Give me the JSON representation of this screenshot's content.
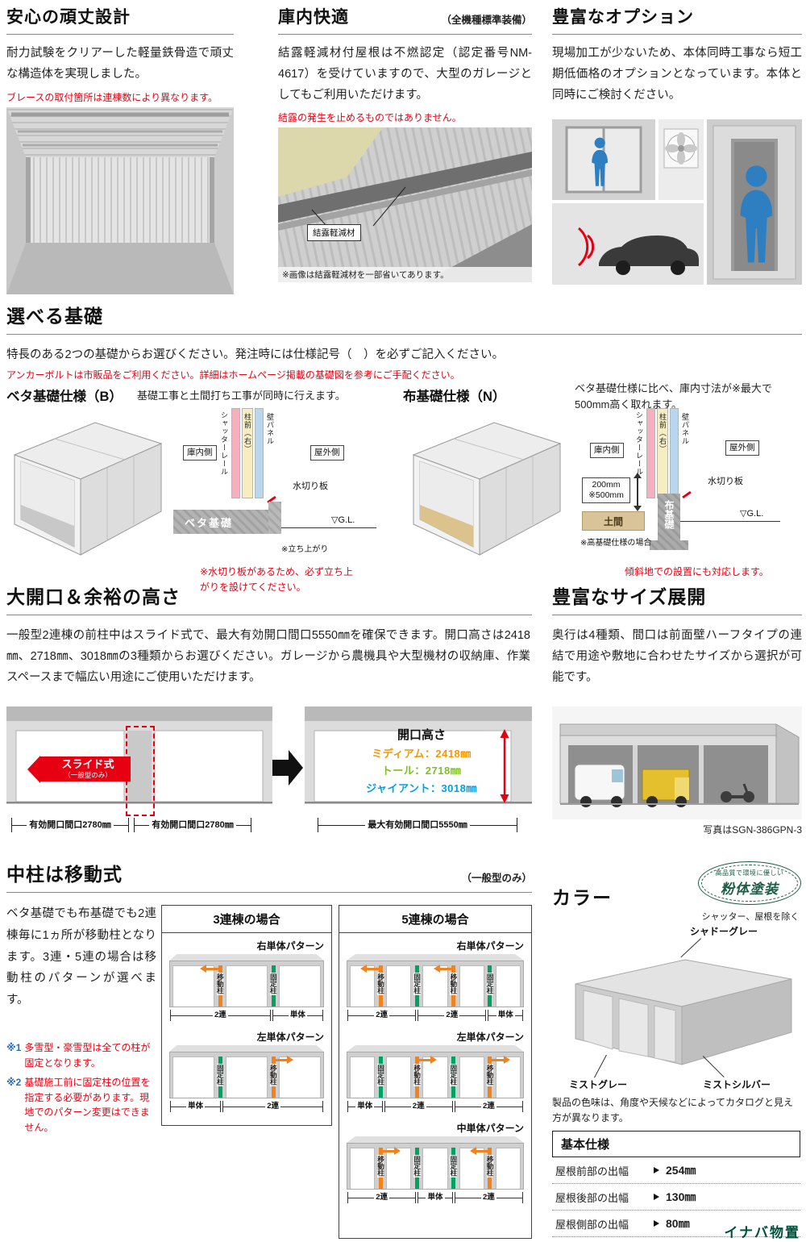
{
  "colors": {
    "accent_red": "#e60012",
    "move_orange": "#f0831e",
    "fix_green": "#00a262",
    "logo_green": "#00523c",
    "person_blue": "#2e7fc2"
  },
  "sturdy": {
    "title": "安心の頑丈設計",
    "body": "耐力試験をクリアーした軽量鉄骨造で頑丈な構造体を実現しました。",
    "note": "ブレースの取付箇所は連棟数により異なります。"
  },
  "comfort": {
    "title": "庫内快適",
    "subtitle": "（全機種標準装備）",
    "body": "結露軽減材付屋根は不燃認定（認定番号NM-4617）を受けていますので、大型のガレージとしてもご利用いただけます。",
    "note": "結露の発生を止めるものではありません。",
    "photo_label": "結露軽減材",
    "caption": "※画像は結露軽減材を一部省いてあります。"
  },
  "options": {
    "title": "豊富なオプション",
    "body": "現場加工が少ないため、本体同時工事なら短工期低価格のオプションとなっています。本体と同時にご検討ください。"
  },
  "foundation": {
    "title": "選べる基礎",
    "body": "特長のある2つの基礎からお選びください。発注時には仕様記号（　）を必ずご記入ください。",
    "note": "アンカーボルトは市販品をご利用ください。詳細はホームページ掲載の基礎図を参考にご手配ください。",
    "beta": {
      "name": "ベタ基礎仕様（B）",
      "desc": "基礎工事と土間打ち工事が同時に行えます。",
      "inside": "庫内側",
      "outside": "屋外側",
      "shutter_rail": "シャッターレール",
      "pillar": "柱前（右）",
      "wall": "壁パネル",
      "drip": "水切り板",
      "base": "ベタ基礎",
      "gl": "▽G.L.",
      "rise": "※立ち上がり",
      "note": "※水切り板があるため、必ず立ち上がりを設けてください。"
    },
    "nuno": {
      "name": "布基礎仕様（N）",
      "desc": "ベタ基礎仕様に比べ、庫内寸法が※最大で500mm高く取れます。",
      "inside": "庫内側",
      "outside": "屋外側",
      "shutter_rail": "シャッターレール",
      "pillar": "柱前（右）",
      "wall": "壁パネル",
      "drip": "水切り板",
      "dim_top": "200mm",
      "dim_bottom": "※500mm",
      "doma": "土間",
      "base": "布基礎",
      "gl": "▽G.L.",
      "high_note": "※高基礎仕様の場合",
      "note": "傾斜地での設置にも対応します。"
    }
  },
  "opening": {
    "title": "大開口＆余裕の高さ",
    "body": "一般型2連棟の前柱中はスライド式で、最大有効開口間口5550㎜を確保できます。開口高さは2418㎜、2718㎜、3018㎜の3種類からお選びください。ガレージから農機具や大型機材の収納庫、作業スペースまで幅広い用途にご使用いただけます。",
    "slide_label": "スライド式",
    "slide_sub": "（一般型のみ）",
    "dim_left1": "有効開口間口2780㎜",
    "dim_left2": "有効開口間口2780㎜",
    "height_title": "開口高さ",
    "heights": [
      {
        "text": "ミディアム：2418㎜",
        "color": "#f39800"
      },
      {
        "text": "トール：2718㎜",
        "color": "#7fbe26"
      },
      {
        "text": "ジャイアント：3018㎜",
        "color": "#00a0e9"
      }
    ],
    "dim_right": "最大有効開口間口5550㎜"
  },
  "sizes": {
    "title": "豊富なサイズ展開",
    "body": "奥行は4種類、間口は前面壁ハーフタイプの連結で用途や敷地に合わせたサイズから選択が可能です。",
    "caption": "写真はSGN-386GPN-3"
  },
  "pillar": {
    "title": "中柱は移動式",
    "subtitle": "（一般型のみ）",
    "body": "ベタ基礎でも布基礎でも2連棟毎に1ヵ所が移動柱となります。3連・5連の場合は移動柱のパターンが選べます。",
    "note1_mark": "※1",
    "note1": "多雪型・豪雪型は全ての柱が固定となります。",
    "note2_mark": "※2",
    "note2": "基礎施工前に固定柱の位置を指定する必要があります。現地でのパターン変更はできません。",
    "move_label": "移動柱",
    "fix_label": "固定柱",
    "three": {
      "title": "3連棟の場合",
      "patterns": [
        {
          "name": "右単体パターン",
          "pillars": [
            "move-left",
            "fix"
          ],
          "spans": [
            "2連",
            "単体"
          ]
        },
        {
          "name": "左単体パターン",
          "pillars": [
            "fix",
            "move-right"
          ],
          "spans": [
            "単体",
            "2連"
          ]
        }
      ]
    },
    "five": {
      "title": "5連棟の場合",
      "patterns": [
        {
          "name": "右単体パターン",
          "pillars": [
            "move-left",
            "fix",
            "move-left",
            "fix"
          ],
          "spans": [
            "2連",
            "2連",
            "単体"
          ]
        },
        {
          "name": "左単体パターン",
          "pillars": [
            "fix",
            "move-right",
            "fix",
            "move-right"
          ],
          "spans": [
            "単体",
            "2連",
            "2連"
          ]
        },
        {
          "name": "中単体パターン",
          "pillars": [
            "move-right",
            "fix",
            "fix",
            "move-left"
          ],
          "spans": [
            "2連",
            "単体",
            "2連"
          ]
        }
      ]
    }
  },
  "color": {
    "title": "カラー",
    "badge_small": "高品質で環境に優しい",
    "badge_big": "粉体塗装",
    "badge_note": "シャッター、屋根を除く",
    "label_roof": "シャドーグレー",
    "label_body": "ミストグレー",
    "label_shutter": "ミストシルバー",
    "note": "製品の色味は、角度や天候などによってカタログと見え方が異なります。"
  },
  "spec": {
    "title": "基本仕様",
    "rows": [
      {
        "label": "屋根前部の出幅",
        "value": "254㎜"
      },
      {
        "label": "屋根後部の出幅",
        "value": "130㎜"
      },
      {
        "label": "屋根側部の出幅",
        "value": "80㎜"
      }
    ]
  },
  "footer": {
    "logo": "イナバ物置"
  }
}
